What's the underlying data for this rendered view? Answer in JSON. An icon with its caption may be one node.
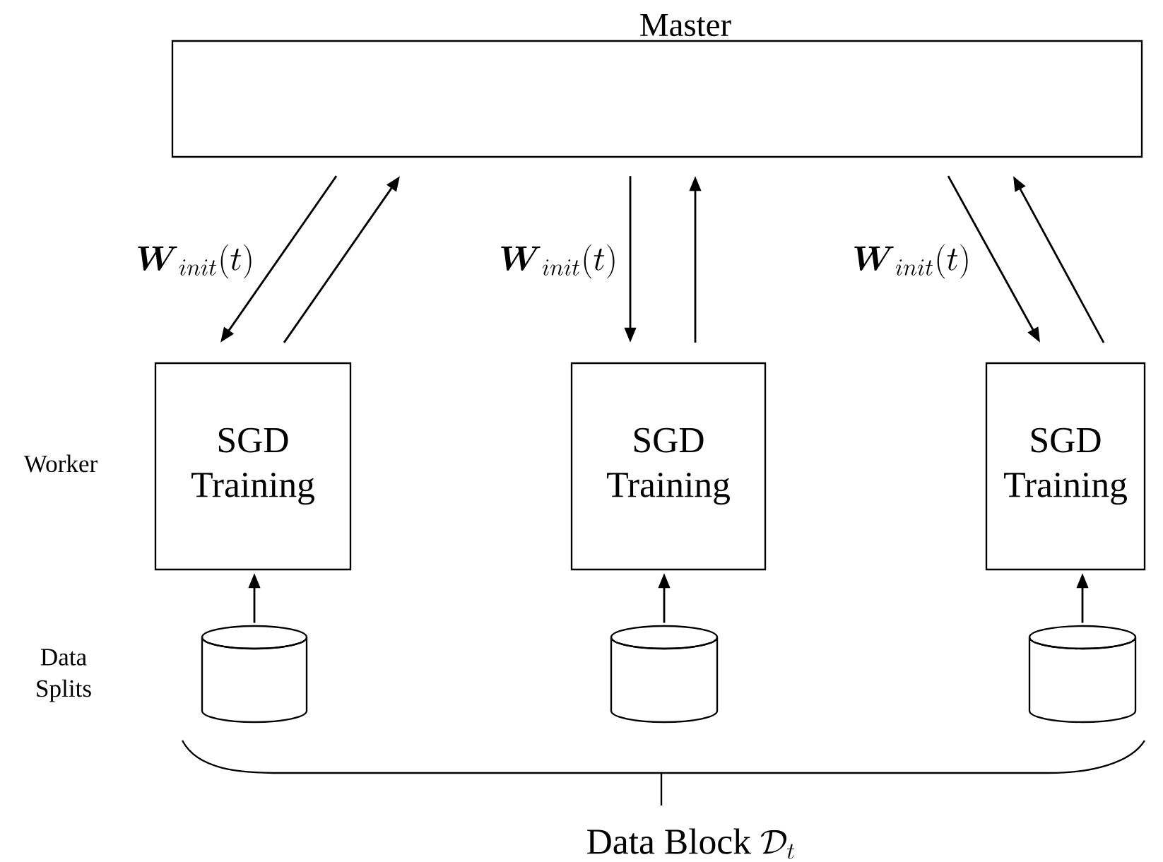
{
  "diagram": {
    "nodes": [
      {
        "text": [
          "Master"
        ]
      },
      {
        "text": [
          "SGD Training"
        ]
      },
      {
        "text": [
          "SGD Training"
        ]
      },
      {
        "text": [
          "SGD Training"
        ]
      },
      {
        "text": [],
        "shape": "cylinder"
      },
      {
        "text": [],
        "shape": "cylinder"
      },
      {
        "text": [],
        "shape": "cylinder"
      }
    ],
    "edges": [
      {
        "from": 0,
        "to": 1,
        "arrow": "to",
        "label": "\\boldsymbol{W}_{init}(t)"
      },
      {
        "from": 1,
        "to": 0,
        "arrow": "to"
      },
      {
        "from": 0,
        "to": 2,
        "arrow": "to",
        "label": "\\boldsymbol{W}_{init}(t)"
      },
      {
        "from": 2,
        "to": 0,
        "arrow": "to"
      },
      {
        "from": 0,
        "to": 3,
        "arrow": "to",
        "label": "\\boldsymbol{W}_{init}(t)"
      },
      {
        "from": 3,
        "to": 0,
        "arrow": "to"
      },
      {
        "from": 4,
        "to": 1,
        "arrow": "to"
      },
      {
        "from": 5,
        "to": 2,
        "arrow": "to"
      },
      {
        "from": 6,
        "to": 3,
        "arrow": "to"
      }
    ],
    "labels": [
      "Worker",
      "Data Splits",
      "Data Block",
      "\\mathcal{D}_t"
    ]
  }
}
